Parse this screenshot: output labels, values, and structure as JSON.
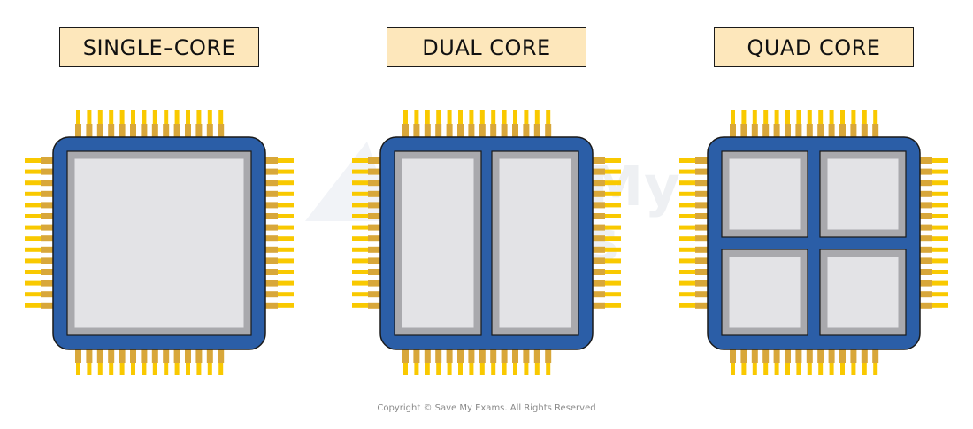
{
  "titles": [
    "SINGLE–CORE",
    "DUAL CORE",
    "QUAD CORE"
  ],
  "watermark": {
    "line1": "Save My",
    "line2": "Exams"
  },
  "copyright": "Copyright © Save My Exams. All Rights Reserved",
  "colors": {
    "title_bg": "#fde7bb",
    "chip_body": "#2b5ea7",
    "chip_outline": "#1a1a1a",
    "core_fill": "#e3e3e6",
    "core_border": "#a9a9ad",
    "pin_light": "#f9c900",
    "pin_dark": "#d8a73a"
  },
  "diagrams": [
    {
      "label": "single-core",
      "cores": 1
    },
    {
      "label": "dual-core",
      "cores": 2
    },
    {
      "label": "quad-core",
      "cores": 4
    }
  ]
}
